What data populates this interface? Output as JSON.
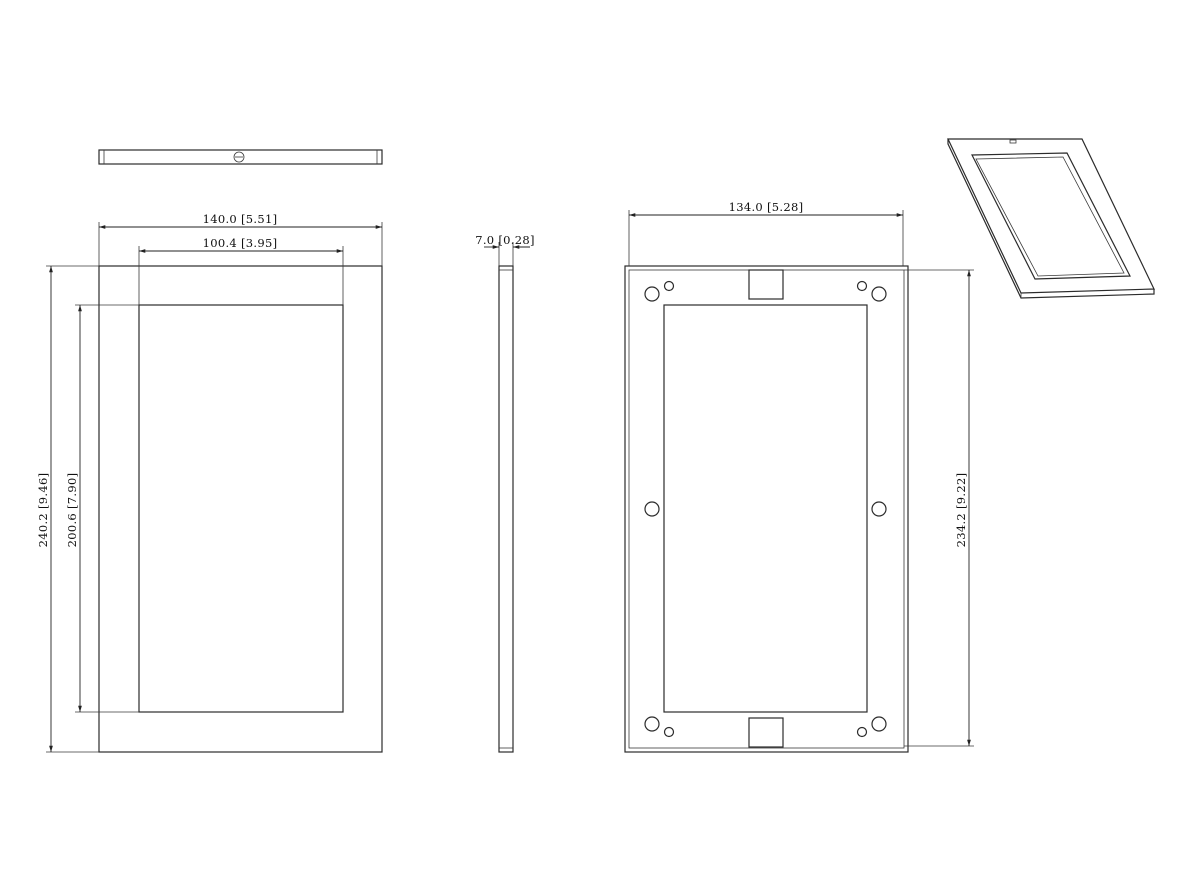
{
  "dimensions": {
    "front_width": "140.0 [5.51]",
    "front_screen_width": "100.4 [3.95]",
    "front_height": "240.2 [9.46]",
    "front_screen_height": "200.6 [7.90]",
    "side_depth": "7.0 [0.28]",
    "back_width": "134.0 [5.28]",
    "back_height": "234.2 [9.22]"
  },
  "colors": {
    "line": "#2b2b2b",
    "background": "#ffffff"
  }
}
